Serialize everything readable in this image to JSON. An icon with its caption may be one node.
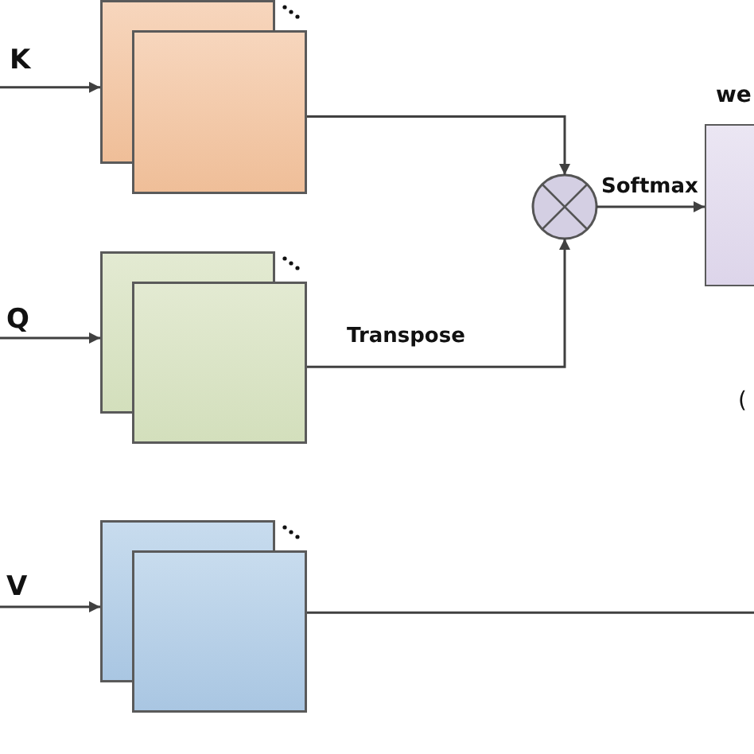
{
  "diagram": {
    "nodes": [
      {
        "text": [],
        "shape": "box"
      },
      {
        "text": [],
        "shape": "box"
      },
      {
        "text": [],
        "shape": "box"
      },
      {
        "text": [],
        "shape": "circle"
      },
      {
        "text": [
          "we"
        ]
      }
    ],
    "edges": [
      {
        "from": null,
        "to": 0,
        "arrow": "to",
        "label": "K"
      },
      {
        "from": null,
        "to": 1,
        "arrow": "to",
        "label": "Q"
      },
      {
        "from": null,
        "to": 2,
        "arrow": "to",
        "label": "V"
      },
      {
        "from": 0,
        "to": 3,
        "arrow": "to"
      },
      {
        "from": 1,
        "to": 3,
        "arrow": "to",
        "label": "Transpose"
      },
      {
        "from": 3,
        "to": 4,
        "arrow": "to",
        "label": "Softmax"
      },
      {
        "from": 2,
        "to": null,
        "arrow": "none"
      }
    ],
    "labels": [
      "("
    ]
  }
}
